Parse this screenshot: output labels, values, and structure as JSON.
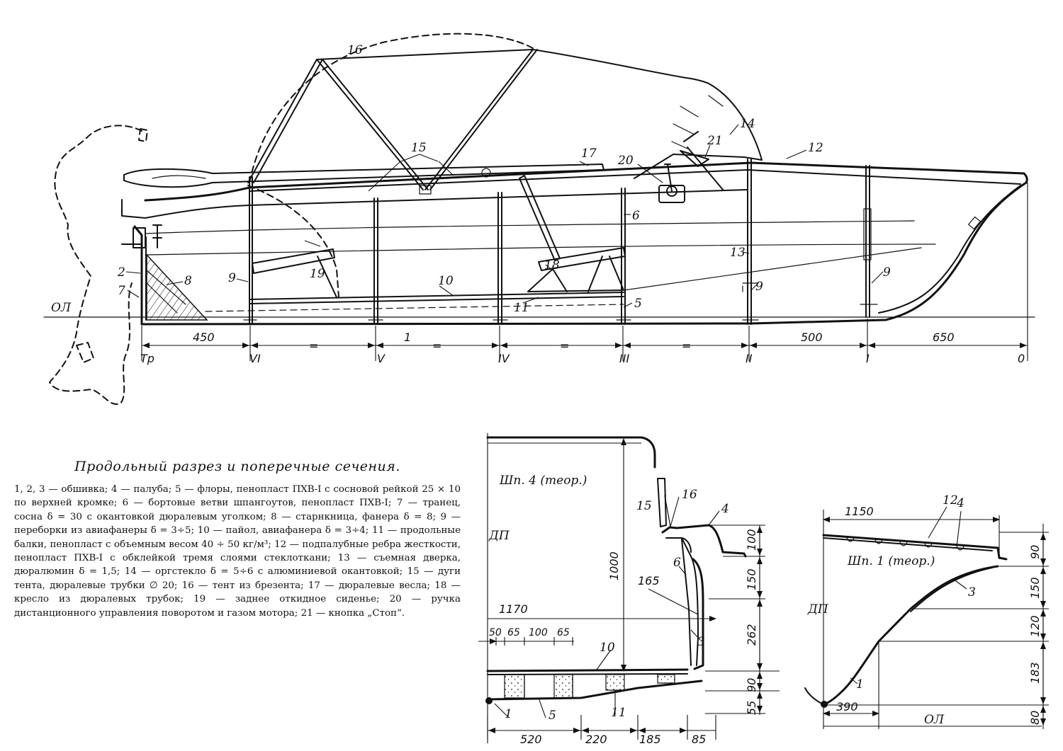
{
  "caption": {
    "title": "Продольный разрез и поперечные сечения.",
    "legend": "1, 2, 3 — обшивка; 4 — палуба; 5 — флоры, пенопласт ПХВ-I с сосновой рейкой 25 × 10 по верхней кромке; 6 — бортовые ветви шпангоутов, пенопласт ПХВ-I; 7 — транец, сосна δ = 30 с окантовкой дюралевым уголком; 8 — старнкница, фанера δ = 8; 9 — переборки из авиафанеры δ = 3÷5; 10 — пайол, авиафанера δ = 3÷4; 11 — продольные балки, пенопласт с объемным весом 40 ÷ 50 кг/м³; 12 — подпалубные ребра жесткости, пенопласт ПХВ-I с обклейкой тремя слоями стеклоткани; 13 — съемная дверка, дюралюмин δ = 1,5; 14 — оргстекло δ = 5÷6 с алюминиевой окантовкой; 15 — дуги тента, дюралевые трубки ∅ 20; 16 — тент из брезента; 17 — дюралевые весла; 18 — кресло из дюралевых трубок; 19 — заднее откидное сиденье; 20 — ручка дистанционного управления поворотом и газом мотора; 21 — кнопка „Стоп“."
  },
  "profile": {
    "callouts": [
      "2",
      "7",
      "8",
      "9",
      "19",
      "10",
      "11",
      "18",
      "5",
      "13",
      "9",
      "9",
      "6",
      "20",
      "21",
      "14",
      "12",
      "15",
      "16",
      "17"
    ],
    "waterline": "ОЛ",
    "stations": [
      "Тр",
      "VI",
      "V",
      "IV",
      "III",
      "II",
      "I",
      "0"
    ],
    "dimensions": [
      "450",
      "=",
      "1",
      "=",
      "=",
      "=",
      "500",
      "650"
    ]
  },
  "section4": {
    "title": "Шп. 4 (теор.)",
    "centerline": "ДП",
    "callouts": [
      "15",
      "16",
      "4",
      "6",
      "165",
      "3",
      "10",
      "1",
      "5",
      "11"
    ],
    "dims_horizontal": [
      "1170",
      "50",
      "65",
      "100",
      "65"
    ],
    "dims_bottom": [
      "520",
      "220",
      "185",
      "85"
    ],
    "dims_vertical": [
      "1000",
      "100",
      "150",
      "262",
      "90",
      "55"
    ]
  },
  "section1": {
    "title": "Шп. 1 (теор.)",
    "centerline": "ДП",
    "waterline": "ОЛ",
    "callouts": [
      "12",
      "4",
      "3",
      "1"
    ],
    "dims_horizontal": [
      "1150",
      "390"
    ],
    "dims_vertical": [
      "90",
      "150",
      "120",
      "183",
      "80"
    ]
  }
}
